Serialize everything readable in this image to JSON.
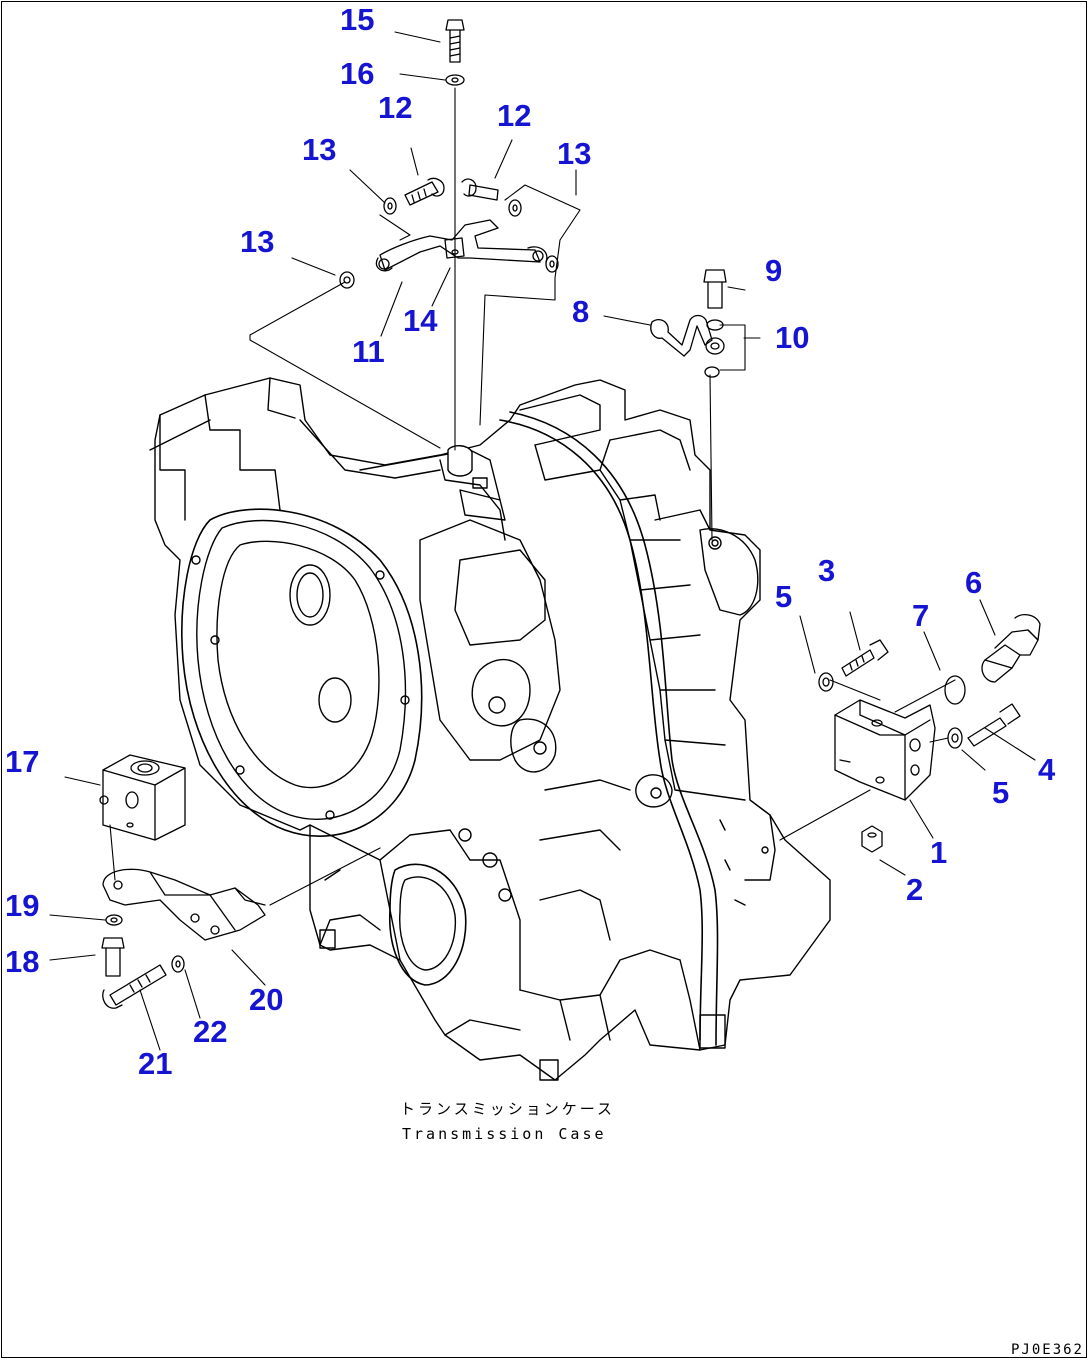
{
  "colors": {
    "callout": "#1414d2",
    "line": "#000000",
    "background": "#ffffff"
  },
  "callouts": {
    "c15": "15",
    "c16": "16",
    "c12a": "12",
    "c12b": "12",
    "c13a": "13",
    "c13b": "13",
    "c13c": "13",
    "c9": "9",
    "c8": "8",
    "c10": "10",
    "c14": "14",
    "c11": "11",
    "c5a": "5",
    "c3": "3",
    "c7": "7",
    "c6": "6",
    "c4": "4",
    "c5b": "5",
    "c1": "1",
    "c2": "2",
    "c17": "17",
    "c19": "19",
    "c18": "18",
    "c20": "20",
    "c22": "22",
    "c21": "21"
  },
  "caption": {
    "japanese": "トランスミッションケース",
    "english": "Transmission Case"
  },
  "drawing_code": "PJ0E362"
}
